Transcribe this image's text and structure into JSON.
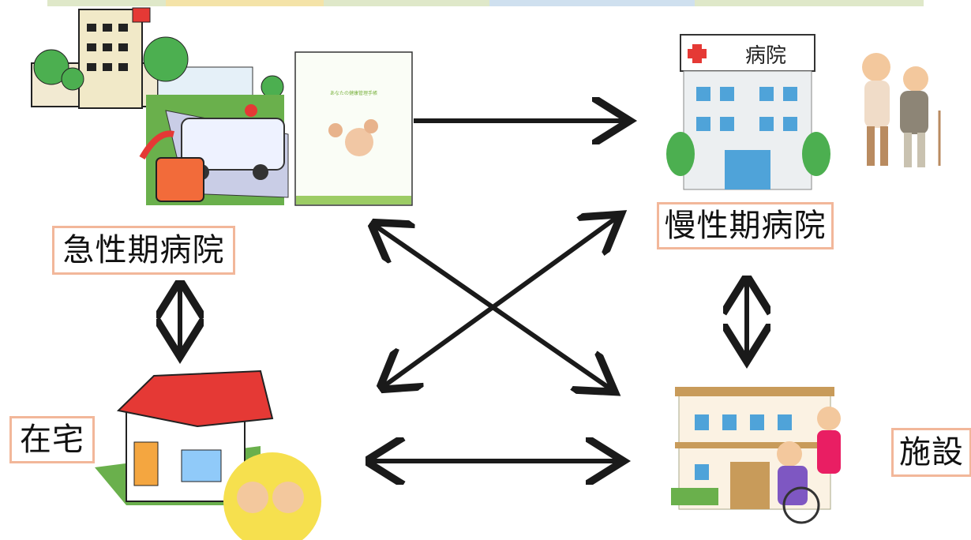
{
  "nodes": {
    "acute_hospital": {
      "label": "急性期病院"
    },
    "chronic_hospital": {
      "label": "慢性期病院",
      "sign_text": "病院"
    },
    "home": {
      "label": "在宅"
    },
    "facility": {
      "label": "施設"
    }
  },
  "booklet": {
    "title": "あなたの健康管理手帳"
  },
  "colors": {
    "label_border": "#f2b79a",
    "arrow": "#1a1a1a",
    "green": "#4caf50",
    "red_roof": "#e53935"
  }
}
